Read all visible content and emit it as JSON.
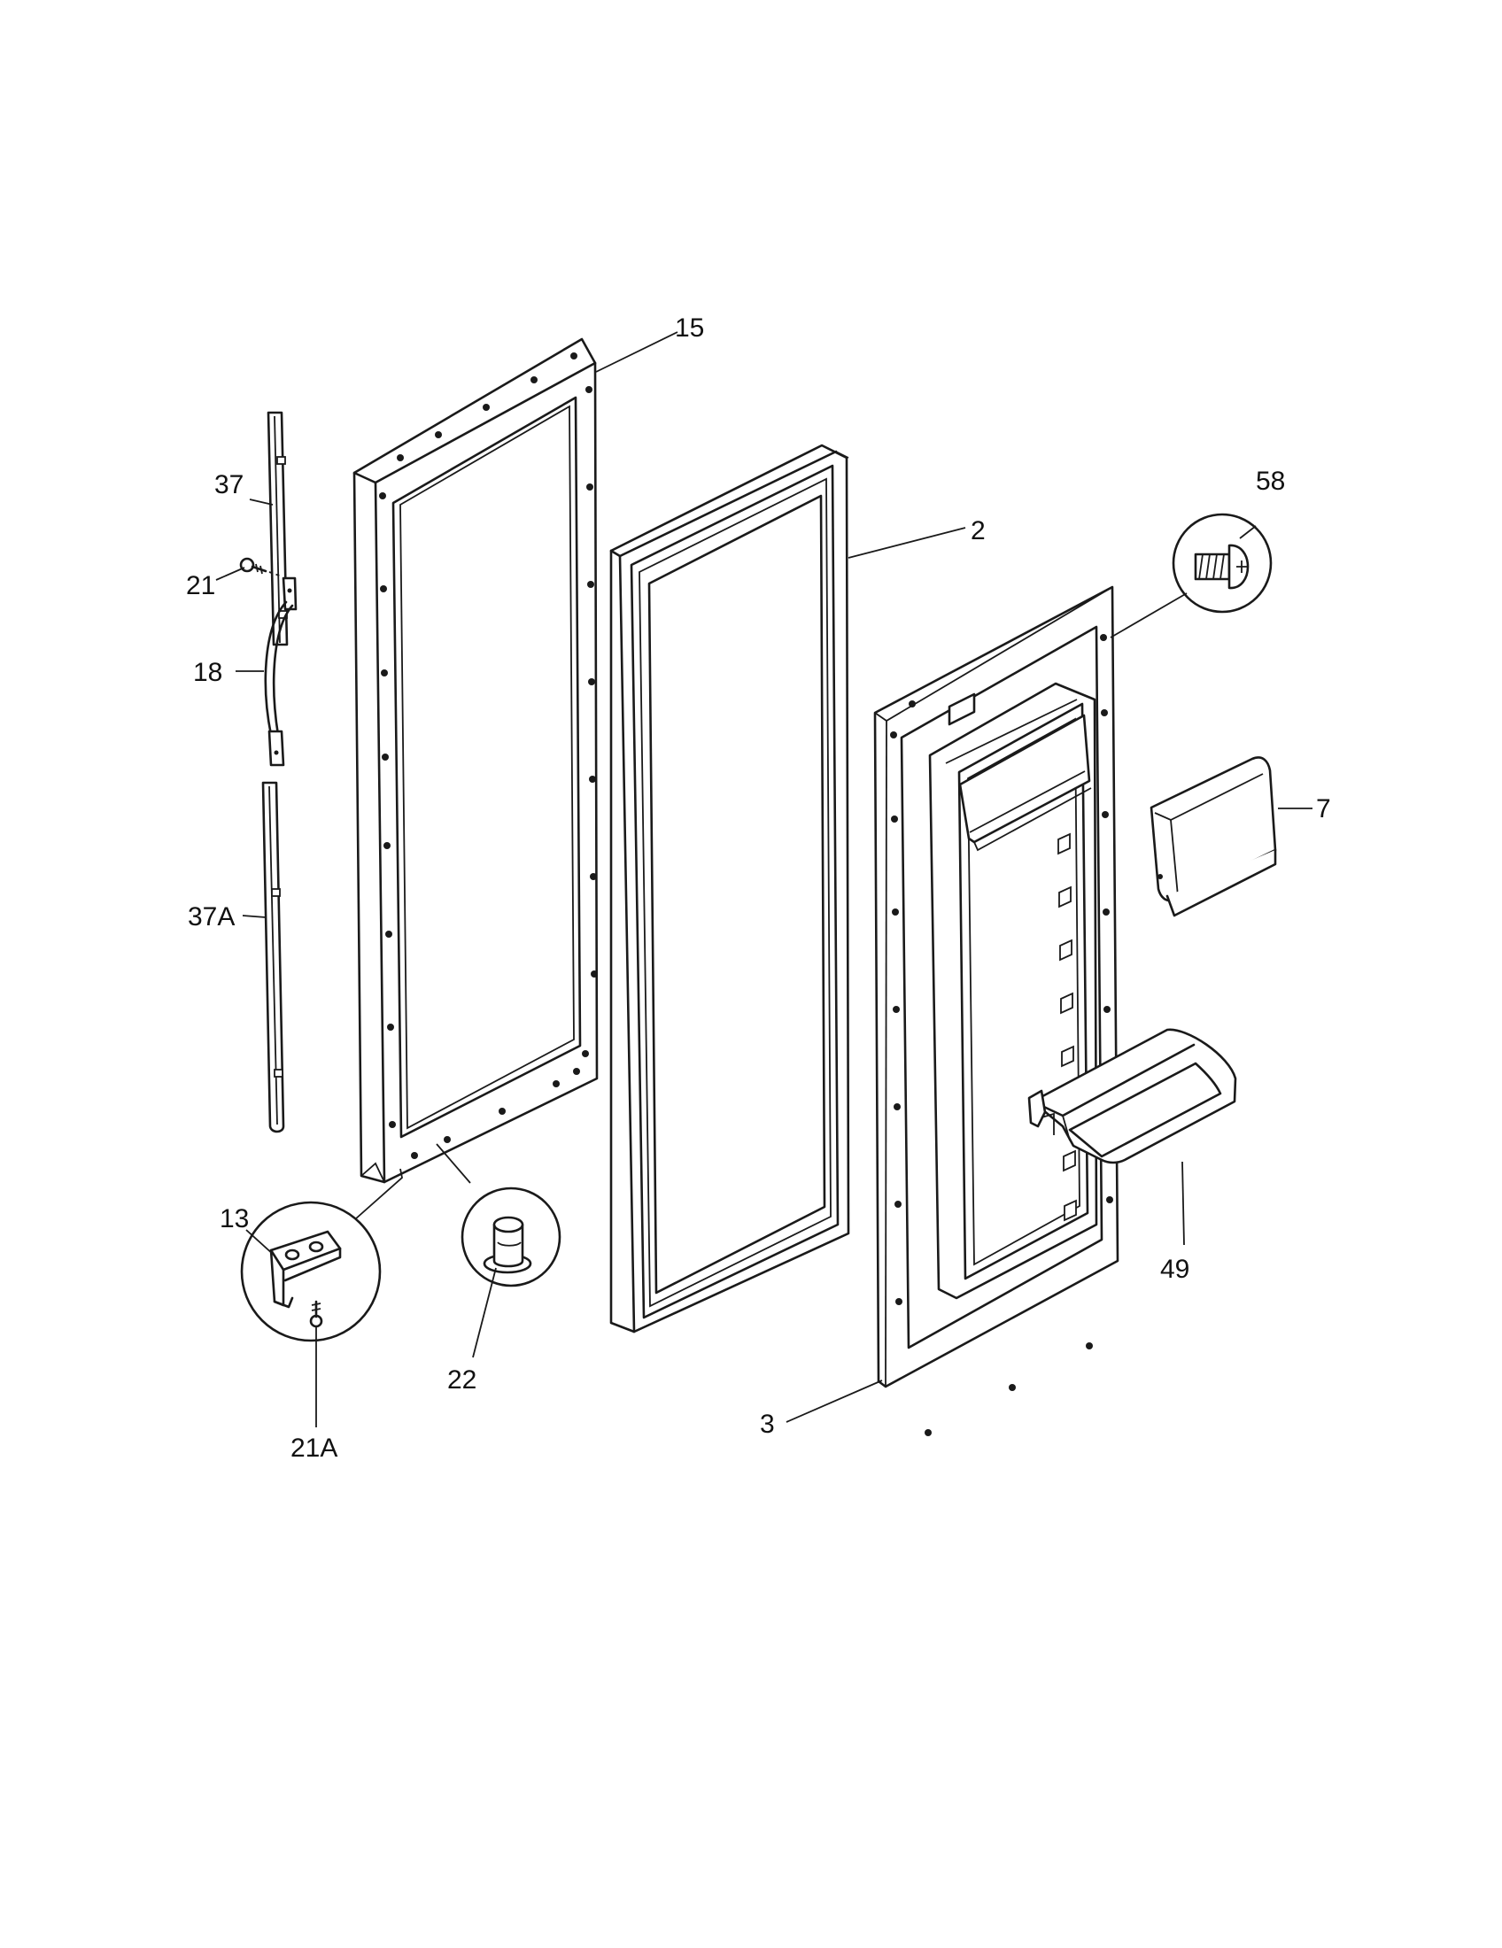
{
  "callouts": [
    {
      "id": "15",
      "text": "15"
    },
    {
      "id": "37",
      "text": "37"
    },
    {
      "id": "21",
      "text": "21"
    },
    {
      "id": "18",
      "text": "18"
    },
    {
      "id": "37A",
      "text": "37A"
    },
    {
      "id": "58",
      "text": "58"
    },
    {
      "id": "2",
      "text": "2"
    },
    {
      "id": "7",
      "text": "7"
    },
    {
      "id": "13",
      "text": "13"
    },
    {
      "id": "22",
      "text": "22"
    },
    {
      "id": "21A",
      "text": "21A"
    },
    {
      "id": "49",
      "text": "49"
    },
    {
      "id": "3",
      "text": "3"
    }
  ]
}
